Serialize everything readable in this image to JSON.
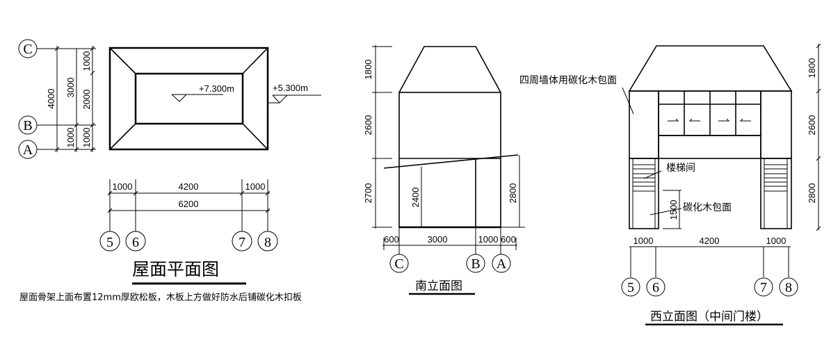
{
  "plan": {
    "title": "屋面平面图",
    "note": "屋面骨架上面布置12mm厚欧松板，木板上方做好防水后铺碳化木扣板",
    "elev_top": "+7.300m",
    "elev_eave": "+5.300m",
    "axes_v": [
      "C",
      "B",
      "A"
    ],
    "axes_h": [
      "5",
      "6",
      "7",
      "8"
    ],
    "dims_v": [
      "4000",
      "3000",
      "1000",
      "1000",
      "2000",
      "1000"
    ],
    "dims_h": [
      "1000",
      "4200",
      "1000",
      "6200"
    ]
  },
  "south": {
    "title": "南立面图",
    "dims_left": [
      "1800",
      "2600",
      "2700"
    ],
    "dim_inner": "2400",
    "dim_right": "2800",
    "dims_bottom": [
      "600",
      "3000",
      "1000",
      "600"
    ],
    "axes": [
      "C",
      "B",
      "A"
    ]
  },
  "west": {
    "title": "西立面图（中间门楼）",
    "label_wall": "四周墙体用碳化木包面",
    "label_stair": "楼梯间",
    "label_clad": "碳化木包面",
    "dim_inner": "1500",
    "dims_right": [
      "1800",
      "2600",
      "2800"
    ],
    "dims_bottom": [
      "1000",
      "4200",
      "1000"
    ],
    "axes": [
      "5",
      "6",
      "7",
      "8"
    ]
  }
}
